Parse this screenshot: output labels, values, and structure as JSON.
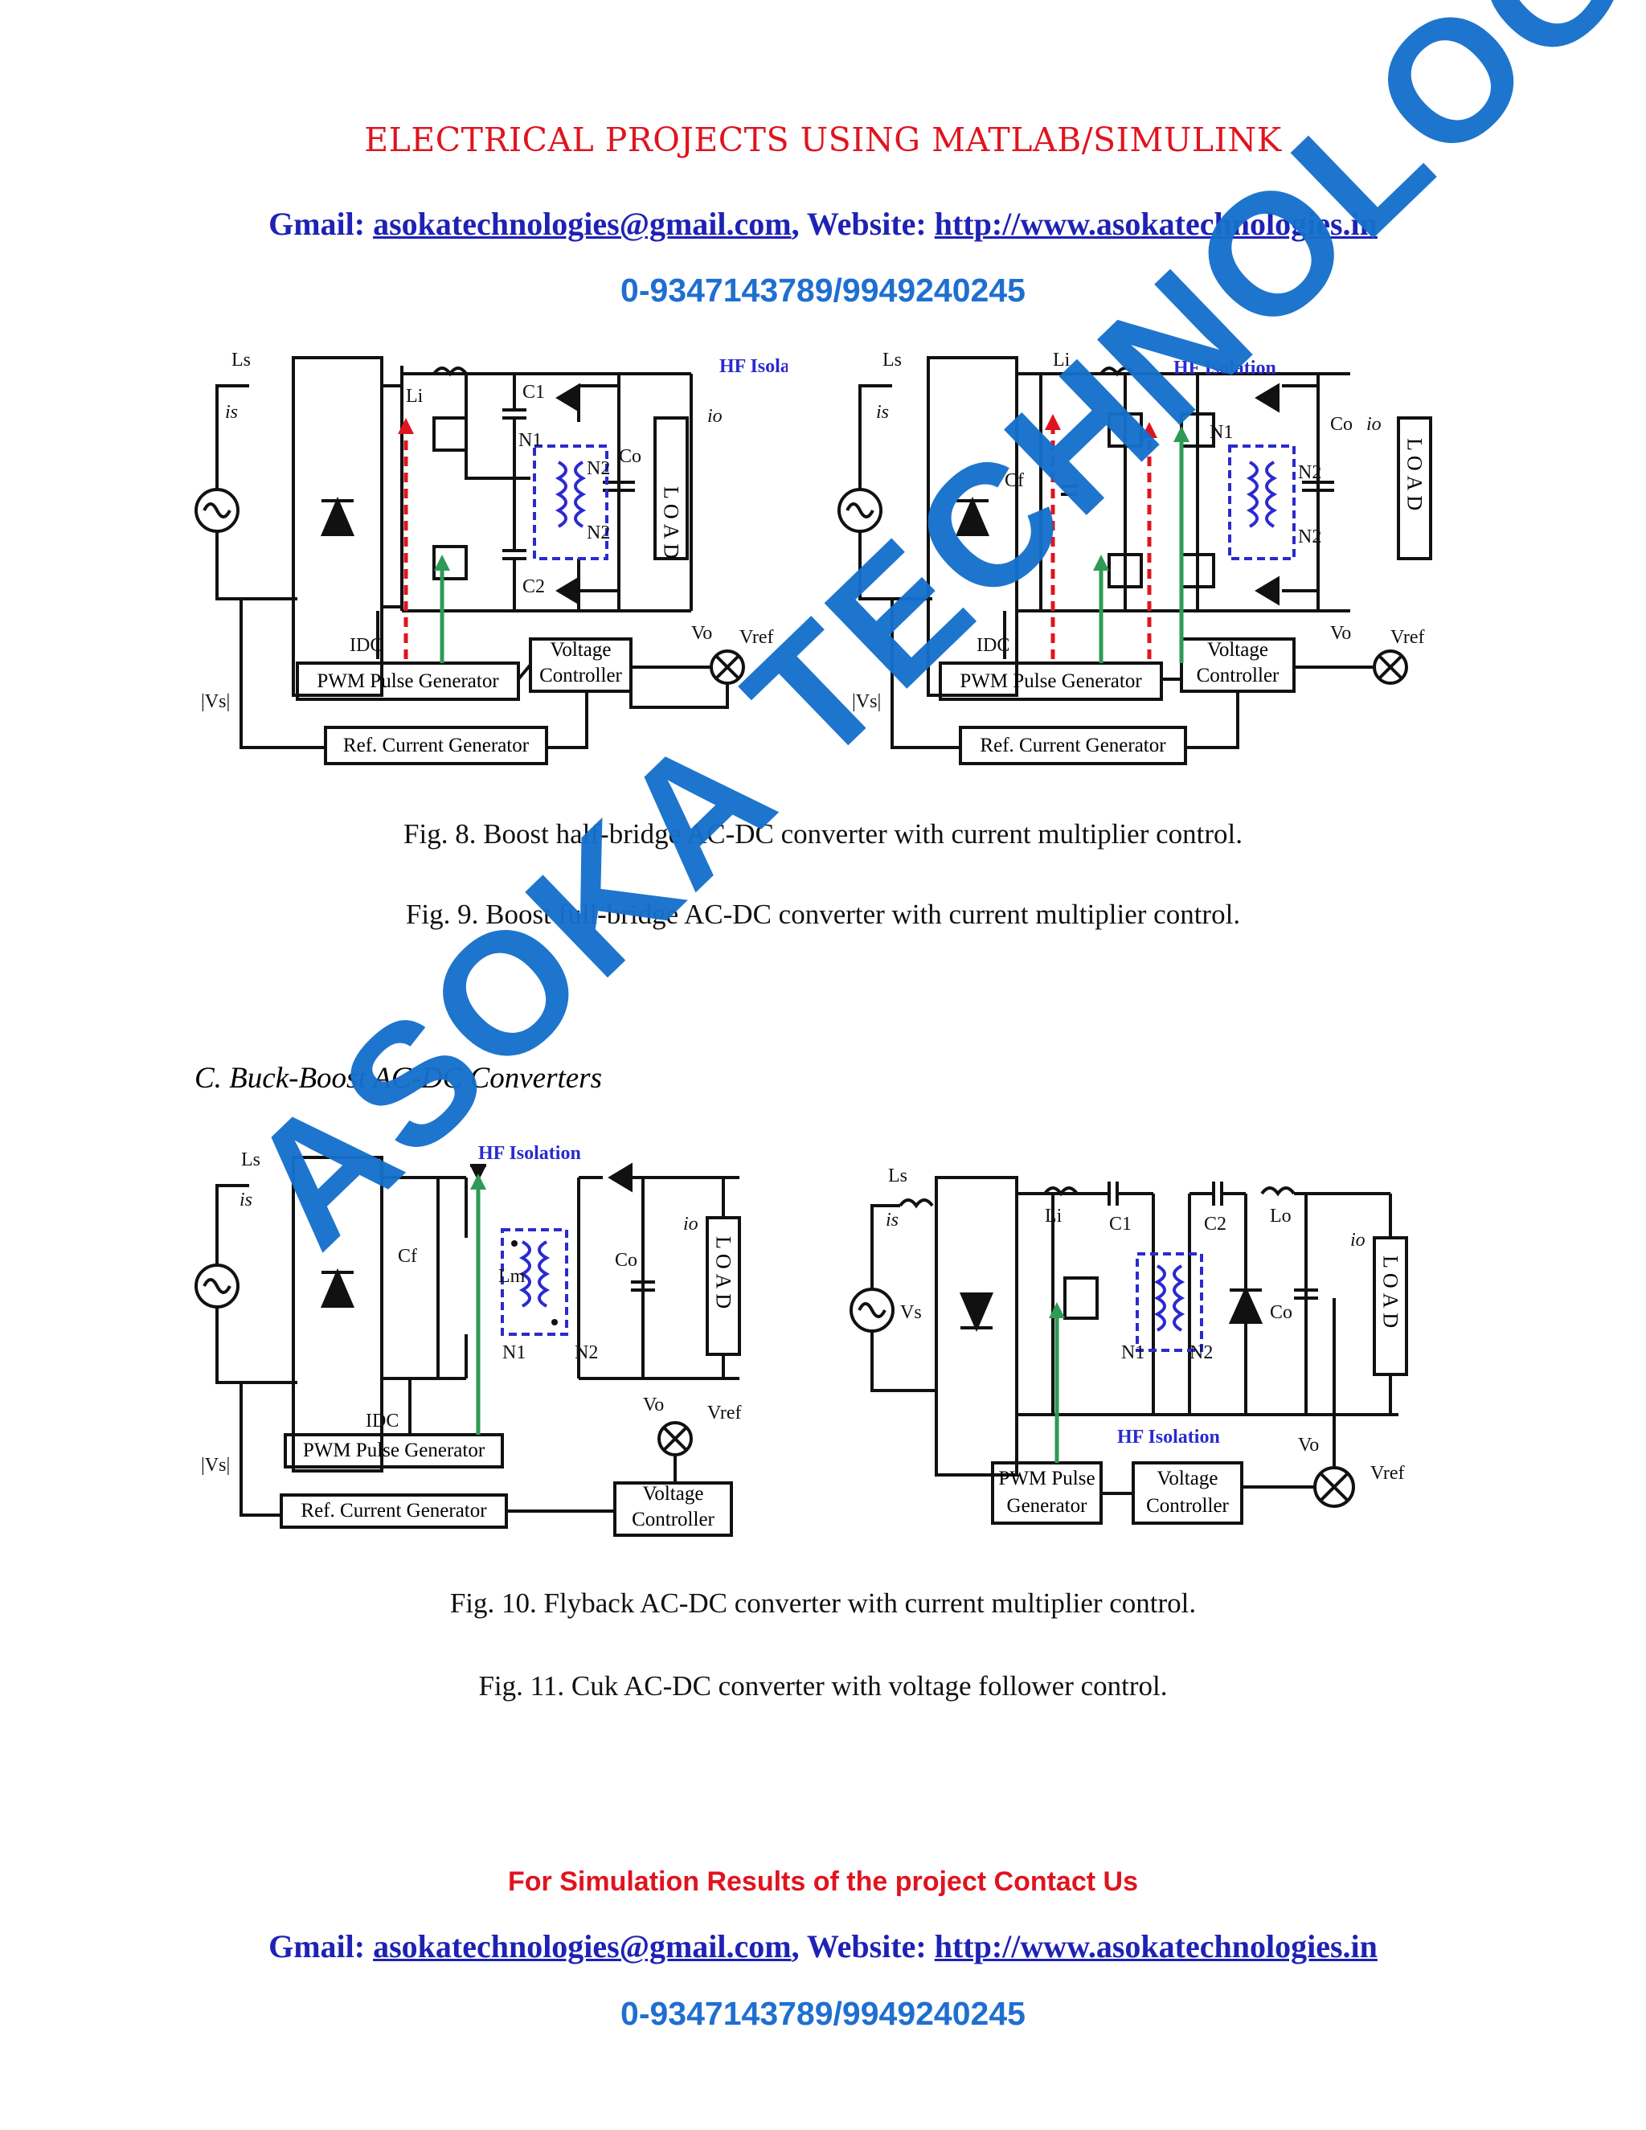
{
  "header": {
    "title": "ELECTRICAL PROJECTS USING MATLAB/SIMULINK",
    "gmail_label": "Gmail:",
    "gmail": "asokatechnologies@gmail.com",
    "website_label": ", Website:",
    "website": "http://www.asokatechnologies.in",
    "phone": "0-9347143789/9949240245"
  },
  "figures": {
    "fig8": {
      "labels": {
        "ls": "Ls",
        "is": "is",
        "li": "Li",
        "c1": "C1",
        "c2": "C2",
        "n1": "N1",
        "n2a": "N2",
        "n2b": "N2",
        "co": "Co",
        "io": "io",
        "hf": "HF Isolation",
        "idc": "IDC",
        "vo": "Vo",
        "vref": "Vref",
        "vs": "|Vs|",
        "load": "LOAD"
      },
      "blocks": {
        "pwm": "PWM Pulse Generator",
        "voltage": "Voltage Controller",
        "ref": "Ref. Current Generator"
      }
    },
    "fig9": {
      "labels": {
        "ls": "Ls",
        "is": "is",
        "li": "Li",
        "cf": "Cf",
        "n1": "N1",
        "n2a": "N2",
        "n2b": "N2",
        "co": "Co",
        "io": "io",
        "hf": "HF Isolation",
        "idc": "IDC",
        "vo": "Vo",
        "vref": "Vref",
        "vs": "|Vs|",
        "load": "LOAD"
      },
      "blocks": {
        "pwm": "PWM Pulse Generator",
        "voltage": "Voltage Controller",
        "ref": "Ref. Current Generator"
      }
    },
    "fig10": {
      "labels": {
        "ls": "Ls",
        "is": "is",
        "cf": "Cf",
        "lm": "Lm",
        "n1": "N1",
        "n2": "N2",
        "co": "Co",
        "io": "io",
        "hf": "HF Isolation",
        "idc": "IDC",
        "vo": "Vo",
        "vref": "Vref",
        "vs": "|Vs|",
        "load": "LOAD"
      },
      "blocks": {
        "pwm": "PWM Pulse Generator",
        "voltage": "Voltage Controller",
        "ref": "Ref. Current Generator"
      }
    },
    "fig11": {
      "labels": {
        "ls": "Ls",
        "is": "is",
        "vs": "Vs",
        "li": "Li",
        "c1": "C1",
        "c2": "C2",
        "lo": "Lo",
        "io": "io",
        "co": "Co",
        "n1": "N1",
        "n2": "N2",
        "hf": "HF Isolation",
        "vo": "Vo",
        "vref": "Vref",
        "load": "LOAD"
      },
      "blocks": {
        "pwm": "PWM Pulse Generator",
        "voltage": "Voltage Controller"
      }
    }
  },
  "captions": {
    "fig8": "Fig. 8. Boost half-bridge AC-DC converter with current multiplier control.",
    "fig9": "Fig. 9. Boost full-bridge AC-DC converter with current multiplier control.",
    "fig10": "Fig. 10. Flyback AC-DC converter with current multiplier control.",
    "fig11": "Fig. 11. Cuk AC-DC converter with voltage follower control."
  },
  "section_heading": "C. Buck-Boost AC-DC Converters",
  "watermark": "ASOKA TECHNOLOGIES",
  "footer": {
    "cta": "For Simulation Results of the project Contact Us",
    "gmail_label": "Gmail:",
    "gmail": "asokatechnologies@gmail.com",
    "website_label": ", Website:",
    "website": "http://www.asokatechnologies.in",
    "phone": "0-9347143789/9949240245"
  },
  "colors": {
    "red": "#e0141e",
    "blue": "#1e22b4",
    "phone_blue": "#1f6fd0",
    "watermark": "#1570cc",
    "green_arrow": "#2e9a55",
    "red_arrow": "#e0141e",
    "hf_blue": "#2a2ad0"
  }
}
